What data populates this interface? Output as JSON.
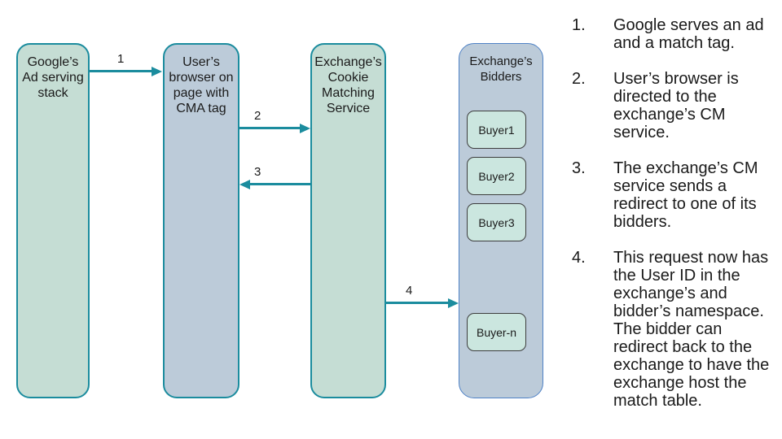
{
  "colors": {
    "teal": "#1b8c9e",
    "greenFill": "#c5ddd4",
    "blueFill": "#bccbd9",
    "biddersFill": "#bccbd9",
    "biddersBorder": "#4f82c6",
    "buyerFill": "#cbe6df",
    "buyerBorder": "#3d3d3d",
    "text": "#1a1a1a"
  },
  "diagram": {
    "nodes": {
      "google": {
        "label": "Google’s\nAd serving\nstack"
      },
      "browser": {
        "label": "User’s\nbrowser on\npage with\nCMA tag"
      },
      "cms": {
        "label": "Exchange’s\nCookie\nMatching\nService"
      },
      "bidders": {
        "label": "Exchange’s\nBidders"
      }
    },
    "buyers": [
      {
        "label": "Buyer1"
      },
      {
        "label": "Buyer2"
      },
      {
        "label": "Buyer3"
      },
      {
        "label": "Buyer-n"
      }
    ],
    "arrows": [
      {
        "label": "1",
        "from": "google",
        "to": "browser",
        "direction": "right"
      },
      {
        "label": "2",
        "from": "browser",
        "to": "cms",
        "direction": "right"
      },
      {
        "label": "3",
        "from": "cms",
        "to": "browser",
        "direction": "left"
      },
      {
        "label": "4",
        "from": "cms",
        "to": "bidders",
        "direction": "right"
      }
    ]
  },
  "steps": [
    {
      "num": "1.",
      "text": "Google serves an ad\nand a match tag."
    },
    {
      "num": "2.",
      "text": "User’s browser is\ndirected to the\nexchange’s CM\nservice."
    },
    {
      "num": "3.",
      "text": "The exchange’s CM\nservice sends a\nredirect to one of its\nbidders."
    },
    {
      "num": "4.",
      "text": "This request now has\nthe User ID in the\nexchange’s and\nbidder’s namespace.\nThe bidder can\nredirect back to the\nexchange to have the\nexchange host the\nmatch table."
    }
  ]
}
